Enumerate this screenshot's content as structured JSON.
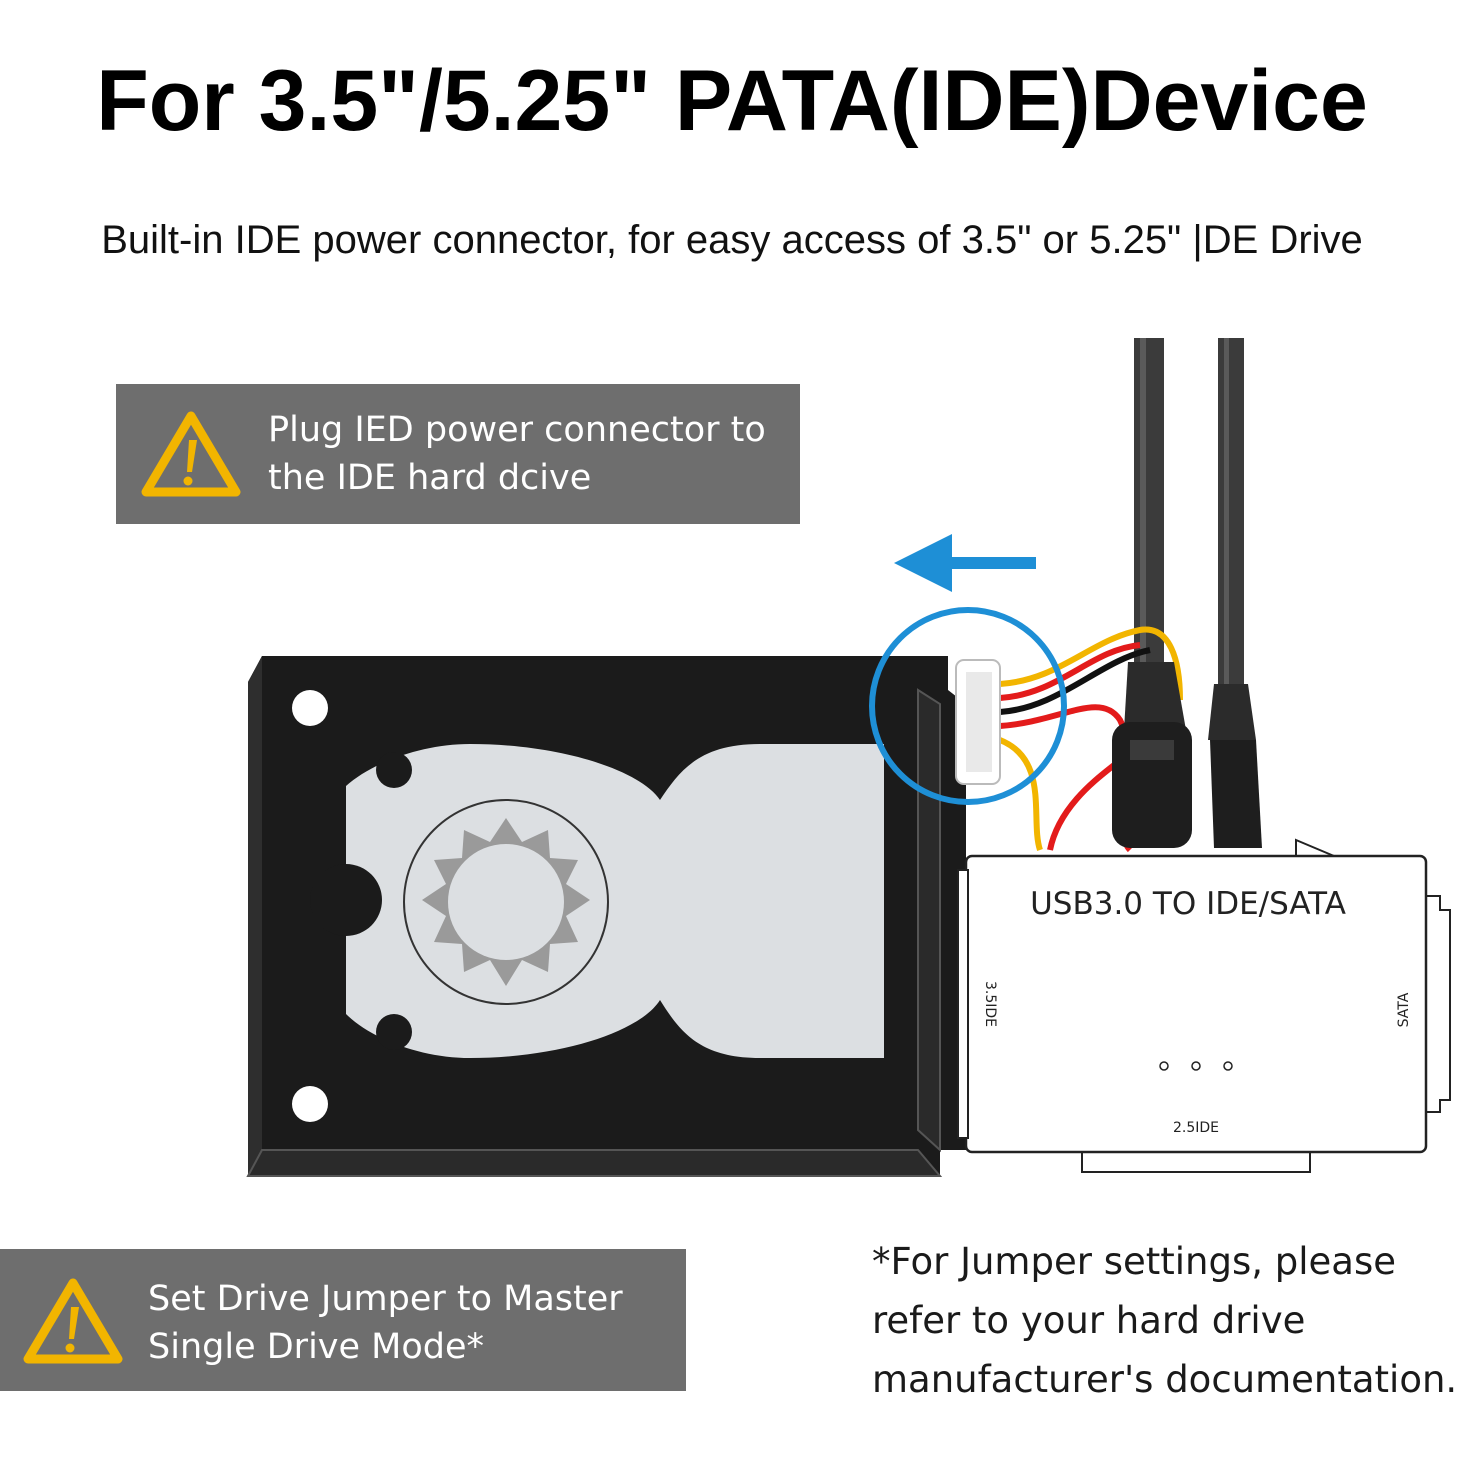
{
  "title": "For 3.5\"/5.25\" PATA(IDE)Device",
  "subtitle": "Built-in IDE power connector, for easy access of 3.5\" or 5.25\" |DE Drive",
  "callout_top": {
    "icon": "warning-icon",
    "line1": "Plug IED power connector to",
    "line2": "the IDE hard dcive"
  },
  "callout_bottom": {
    "icon": "warning-icon",
    "line1": "Set Drive Jumper to Master",
    "line2": "Single Drive Mode*"
  },
  "note": {
    "line1": "*For Jumper settings, please",
    "line2": "refer to your hard drive",
    "line3": "manufacturer's documentation."
  },
  "adapter": {
    "label": "USB3.0 TO IDE/SATA",
    "port_left": "3.5IDE",
    "port_right": "SATA",
    "port_bottom": "2.5IDE"
  },
  "colors": {
    "callout_bg": "#6e6e6e",
    "warning_yellow": "#f2b500",
    "arrow_blue": "#1e8fd6",
    "drive_black": "#1b1b1b"
  }
}
